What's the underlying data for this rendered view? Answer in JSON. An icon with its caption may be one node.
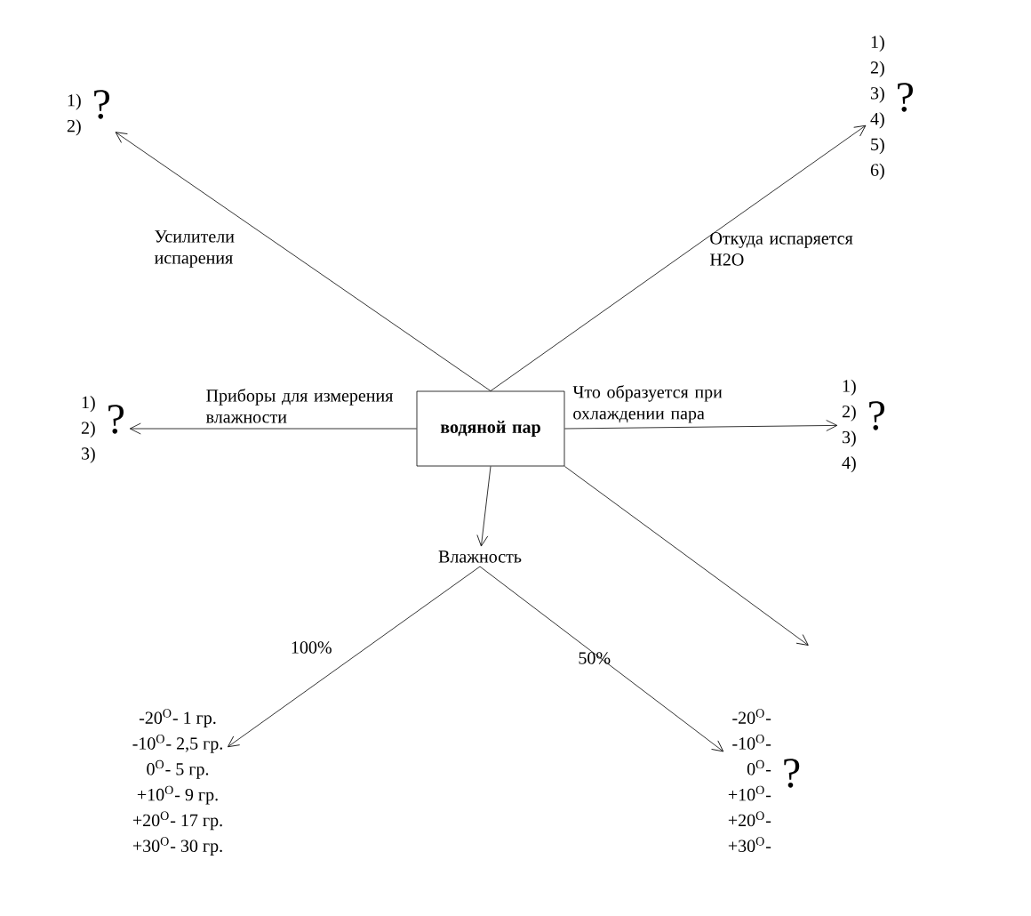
{
  "diagram": {
    "nodes": [
      {
        "text": [
          "водяной пар"
        ]
      },
      {
        "text": [
          "1)",
          "2)",
          "?"
        ]
      },
      {
        "text": [
          "1)",
          "2)",
          "3)",
          "4)",
          "5)",
          "6)",
          "?"
        ]
      },
      {
        "text": [
          "1)",
          "2)",
          "3)",
          "?"
        ]
      },
      {
        "text": [
          "1)",
          "2)",
          "3)",
          "4)",
          "?"
        ]
      },
      {
        "text": [
          "Влажность"
        ]
      },
      {
        "text": [
          "-20$^{O}$- 1 гр.",
          "-10$^{O}$- 2,5 гр.",
          "0$^{O}$- 5 гр.",
          "+10$^{O}$- 9 гр.",
          "+20$^{O}$- 17 гр.",
          "+30$^{O}$- 30 гр."
        ]
      },
      {
        "text": [
          "-20$^{O}$-",
          "-10$^{O}$-",
          "0$^{O}$-",
          "+10$^{O}$-",
          "+20$^{O}$-",
          "+30$^{O}$-",
          "?"
        ]
      }
    ],
    "edges": [
      {
        "from": 0,
        "to": 1,
        "arrow": "to",
        "label": "Усилители испарения"
      },
      {
        "from": 0,
        "to": 2,
        "arrow": "to",
        "label": "Откуда испаряется H2O"
      },
      {
        "from": 0,
        "to": 3,
        "arrow": "to",
        "label": "Приборы для измерения влажности"
      },
      {
        "from": 0,
        "to": 4,
        "arrow": "to",
        "label": "Что образуется при охлаждении пара"
      },
      {
        "from": 0,
        "to": 5,
        "arrow": "to"
      },
      {
        "from": 0,
        "to": null,
        "arrow": "to"
      },
      {
        "from": 5,
        "to": 6,
        "arrow": "to",
        "label": "100%"
      },
      {
        "from": 5,
        "to": 7,
        "arrow": "to",
        "label": "50%"
      }
    ]
  }
}
